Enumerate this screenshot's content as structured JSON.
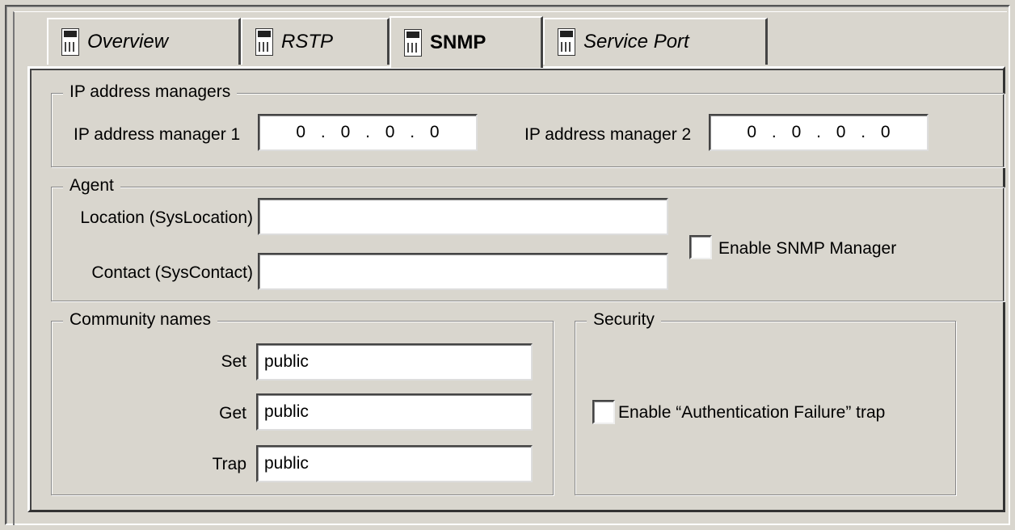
{
  "tabs": [
    {
      "label": "Overview",
      "icon": "module-icon",
      "active": false
    },
    {
      "label": "RSTP",
      "icon": "module-icon",
      "active": false
    },
    {
      "label": "SNMP",
      "icon": "module-icon",
      "active": true
    },
    {
      "label": "Service Port",
      "icon": "module-icon",
      "active": false
    }
  ],
  "ip_managers": {
    "title": "IP address managers",
    "manager1_label": "IP address manager 1",
    "manager1_octets": [
      "0",
      ".",
      "0",
      ".",
      "0",
      ".",
      "0"
    ],
    "manager2_label": "IP address manager 2",
    "manager2_octets": [
      "0",
      ".",
      "0",
      ".",
      "0",
      ".",
      "0"
    ]
  },
  "agent": {
    "title": "Agent",
    "location_label": "Location (SysLocation)",
    "location_value": "",
    "contact_label": "Contact (SysContact)",
    "contact_value": "",
    "enable_snmp_manager_label": "Enable SNMP Manager",
    "enable_snmp_manager_checked": false
  },
  "community": {
    "title": "Community names",
    "set_label": "Set",
    "set_value": "public",
    "get_label": "Get",
    "get_value": "public",
    "trap_label": "Trap",
    "trap_value": "public"
  },
  "security": {
    "title": "Security",
    "auth_trap_label": "Enable “Authentication Failure” trap",
    "auth_trap_checked": false
  }
}
